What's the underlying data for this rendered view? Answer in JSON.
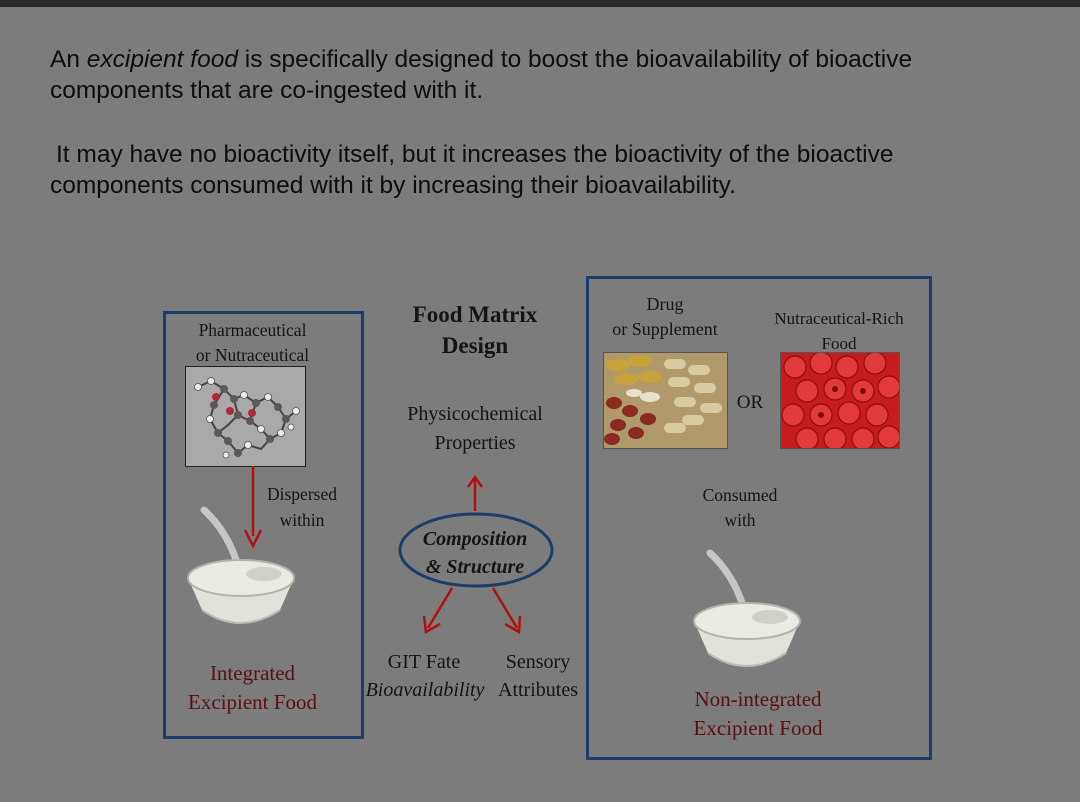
{
  "intro": {
    "line1_prefix": "An ",
    "line1_italic": "excipient food",
    "line1_rest": " is specifically designed to boost the bioavailability of bioactive",
    "line2": "components that are co-ingested with it.",
    "line3": "It may have no bioactivity itself, but it increases the bioactivity of the bioactive",
    "line4": "components consumed with it by increasing their bioavailability."
  },
  "left_panel": {
    "label_line1": "Pharmaceutical",
    "label_line2": "or Nutraceutical",
    "arrow_label_line1": "Dispersed",
    "arrow_label_line2": "within",
    "bottom_line1": "Integrated",
    "bottom_line2": "Excipient Food"
  },
  "center_panel": {
    "title_line1": "Food Matrix",
    "title_line2": "Design",
    "props_line1": "Physicochemical",
    "props_line2": "Properties",
    "ellipse_line1": "Composition",
    "ellipse_line2": "& Structure",
    "git_fate": "GIT Fate",
    "bioavailability": "Bioavailability",
    "sensory_line1": "Sensory",
    "sensory_line2": "Attributes"
  },
  "right_panel": {
    "drug_line1": "Drug",
    "drug_line2": "or Supplement",
    "or_label": "OR",
    "food_line1": "Nutraceutical-Rich",
    "food_line2": "Food",
    "consumed_line1": "Consumed",
    "consumed_line2": "with",
    "bottom_line1": "Non-integrated",
    "bottom_line2": "Excipient Food"
  },
  "colors": {
    "background": "#7c7c7c",
    "box_border": "#1e3c6a",
    "arrow_red": "#b01010",
    "ellipse_border": "#1e3c6a",
    "label_red": "#5a1010"
  },
  "icons": [
    "molecule-image",
    "yogurt-bowl-image",
    "capsules-image",
    "raspberries-image"
  ]
}
